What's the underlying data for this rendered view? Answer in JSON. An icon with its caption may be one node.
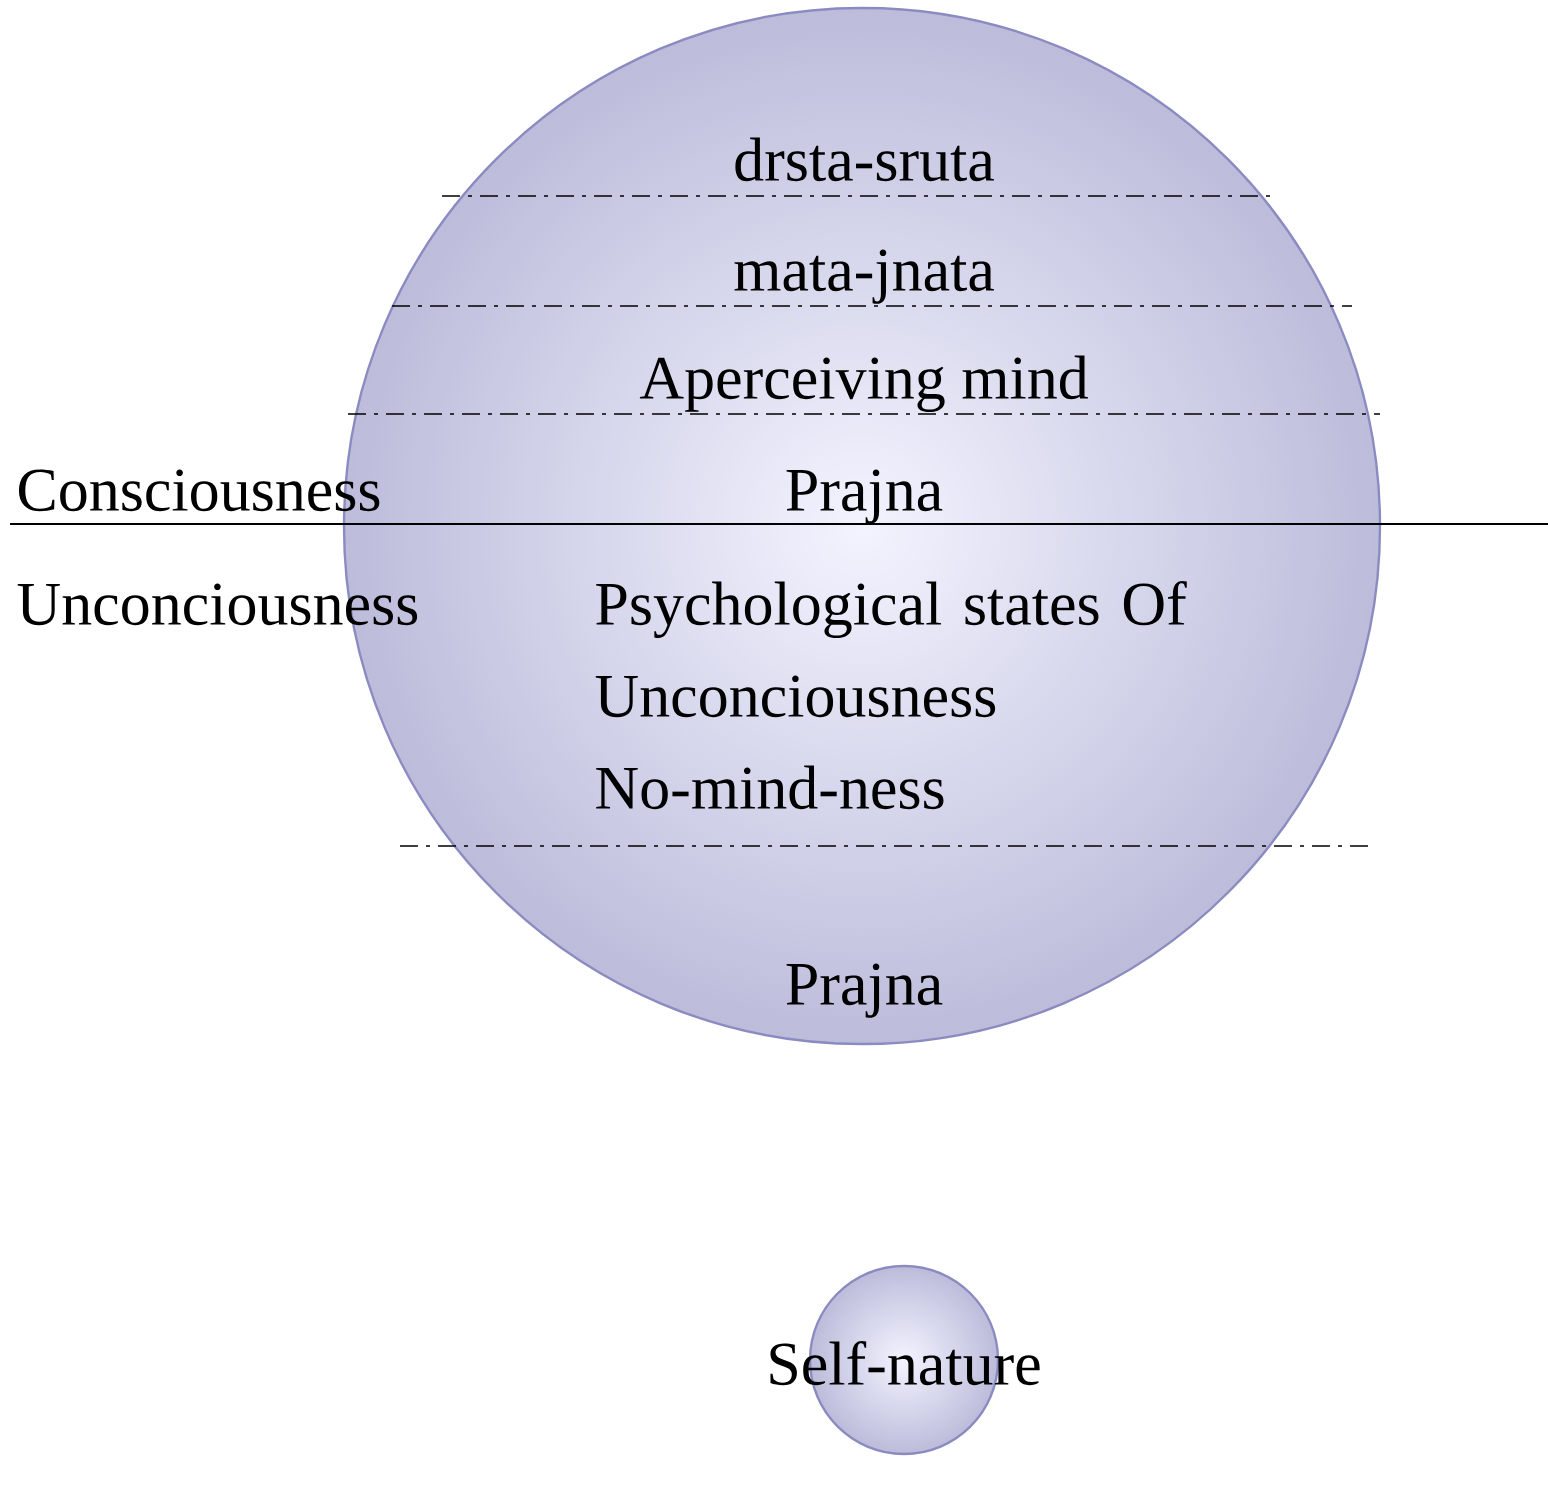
{
  "diagram": {
    "nodes": [
      {
        "text": [
          "drsta-sruta",
          "mata-jnata",
          "Aperceiving mind",
          "Prajna",
          "Psychological states Of Unconciousness",
          "No-mind-ness",
          "Prajna"
        ]
      },
      {
        "text": [
          "Self-nature"
        ]
      }
    ],
    "labels": [
      "Consciousness",
      "Unconciousness"
    ]
  }
}
